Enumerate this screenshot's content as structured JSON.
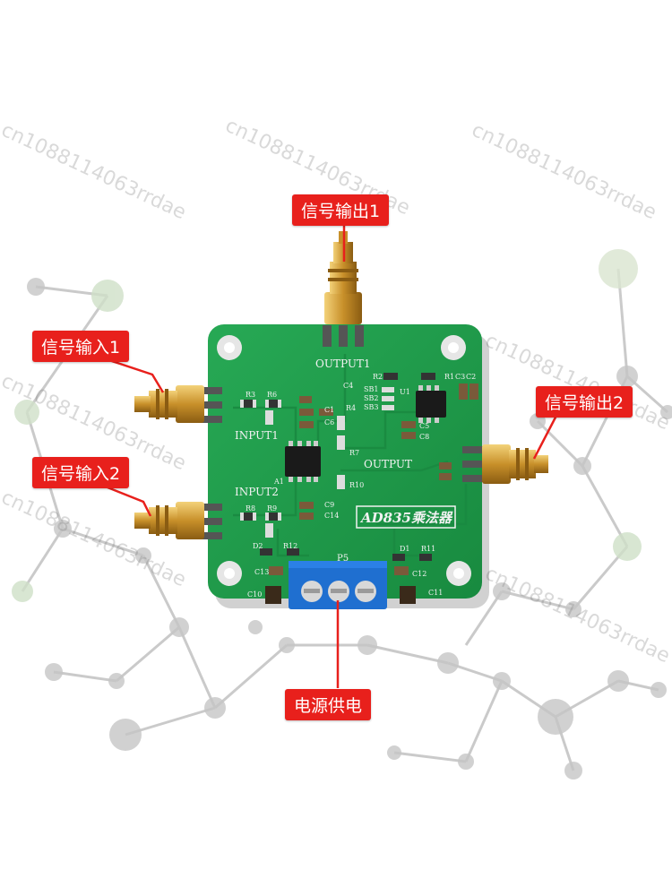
{
  "callouts": {
    "output1": "信号输出1",
    "output2": "信号输出2",
    "input1": "信号输入1",
    "input2": "信号输入2",
    "power": "电源供电"
  },
  "board": {
    "logo": "AD835乘法器",
    "silkscreen": {
      "output1": "OUTPUT1",
      "output2": "OUTPUT",
      "input1": "INPUT1",
      "input2": "INPUT2",
      "terminal": "P5",
      "refs": [
        "R3",
        "R6",
        "R8",
        "R9",
        "C4",
        "C1",
        "C6",
        "R4",
        "R7",
        "R10",
        "C9",
        "C14",
        "A1",
        "R2",
        "R1",
        "C3",
        "C2",
        "SB1",
        "SB2",
        "SB3",
        "U1",
        "C5",
        "C8",
        "D1",
        "R11",
        "D2",
        "R12",
        "C12",
        "C13",
        "C10",
        "C11"
      ]
    },
    "watermark": "cn1088114063rrdae"
  },
  "colors": {
    "callout_bg": "#e8201c",
    "pcb_green": "#1f9a4a",
    "gold": "#d4a23a",
    "terminal_blue": "#1f6fd0"
  }
}
